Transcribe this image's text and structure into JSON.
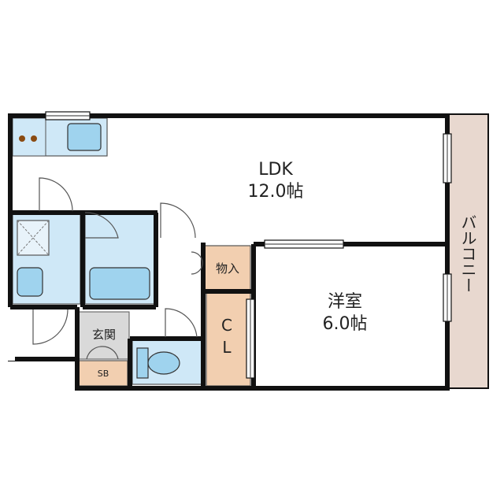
{
  "rooms": {
    "ldk": {
      "name": "LDK",
      "size": "12.0帖"
    },
    "western": {
      "name": "洋室",
      "size": "6.0帖"
    },
    "storage": {
      "name": "物入"
    },
    "closet": {
      "name": "C",
      "name2": "L"
    },
    "entrance": {
      "name": "玄関"
    },
    "shoe_box": {
      "name": "SB"
    },
    "balcony": {
      "name": "バルコニー"
    }
  },
  "colors": {
    "wall": "#111111",
    "wet_area": "#cfe8f7",
    "fixture": "#9fd3ee",
    "storage": "#f2cfb0",
    "balcony": "#e8d8cf",
    "entrance_floor": "#d9d9d9"
  }
}
